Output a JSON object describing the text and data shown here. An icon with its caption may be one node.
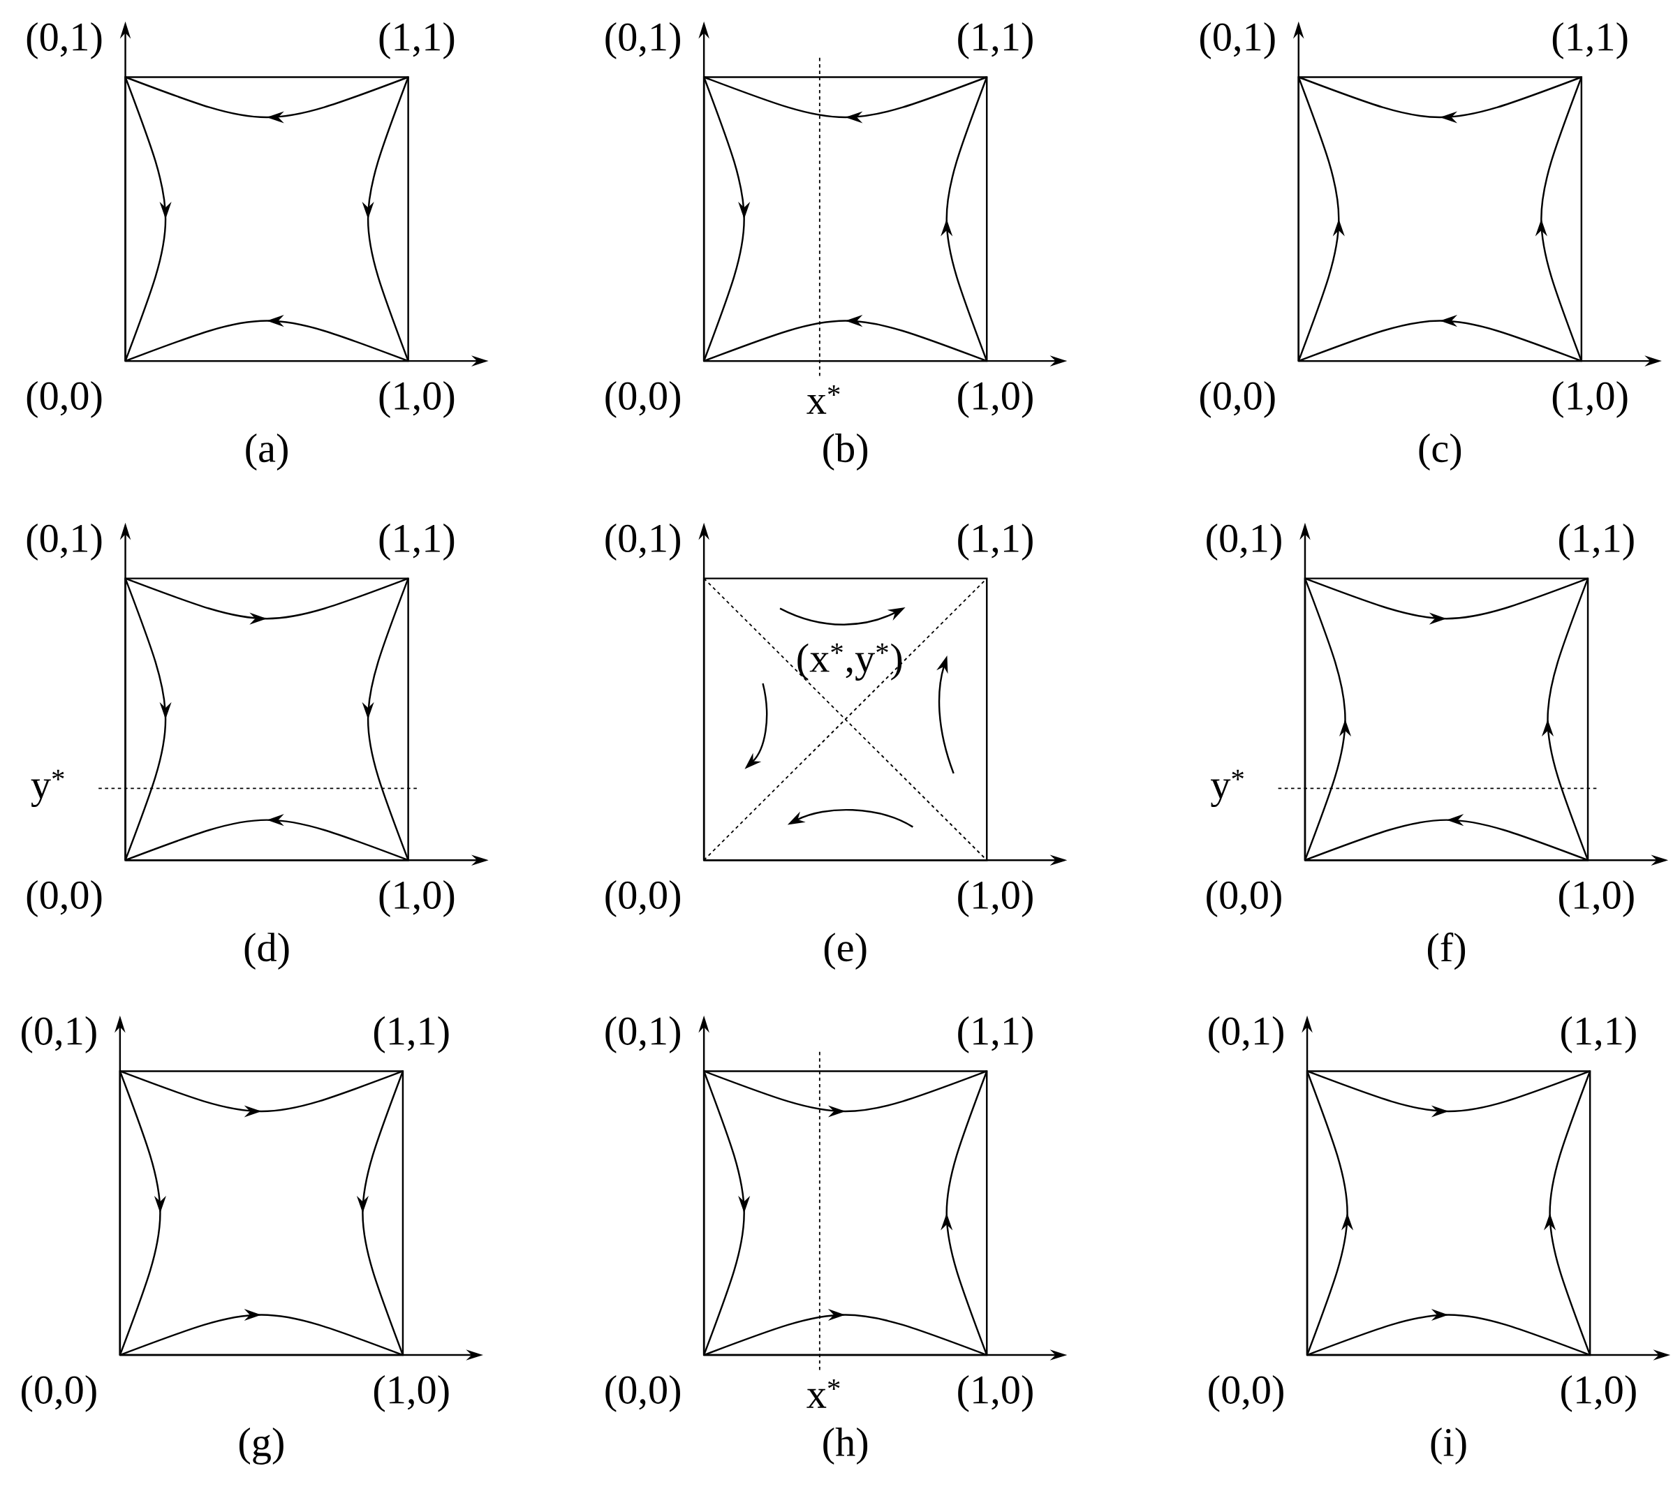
{
  "diagram": {
    "labels": [
      "(0,1)",
      "(1,1)",
      "(0,0)",
      "(1,0)",
      "(a)",
      "(0,1)",
      "(1,1)",
      "(0,0)",
      "x$^{*}$",
      "(1,0)",
      "(b)",
      "(0,1)",
      "(1,1)",
      "(0,0)",
      "(1,0)",
      "(c)",
      "(0,1)",
      "(1,1)",
      "y$^{*}$",
      "(0,0)",
      "(1,0)",
      "(d)",
      "(0,1)",
      "(1,1)",
      "(x$^{*}$,y$^{*}$)",
      "(0,0)",
      "(1,0)",
      "(e)",
      "(0,1)",
      "(1,1)",
      "y$^{*}$",
      "(0,0)",
      "(1,0)",
      "(f)",
      "(0,1)",
      "(1,1)",
      "(0,0)",
      "(1,0)",
      "(g)",
      "(0,1)",
      "(1,1)",
      "(0,0)",
      "x$^{*}$",
      "(1,0)",
      "(h)",
      "(0,1)",
      "(1,1)",
      "(0,0)",
      "(1,0)",
      "(i)"
    ]
  }
}
